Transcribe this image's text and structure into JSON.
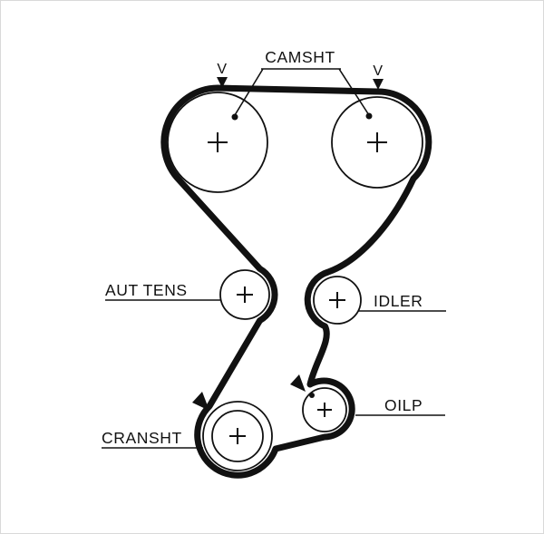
{
  "diagram": {
    "type": "timing-belt-routing",
    "labels": {
      "camshaft": "CAMSHT",
      "aut_tens": "AUT TENS",
      "idler": "IDLER",
      "oilp": "OILP",
      "crankshaft": "CRANSHT"
    },
    "timing_marks": {
      "left_cam": "V",
      "right_cam": "V"
    },
    "colors": {
      "line": "#111111",
      "background": "#ffffff",
      "border": "#d9d9d9"
    }
  }
}
